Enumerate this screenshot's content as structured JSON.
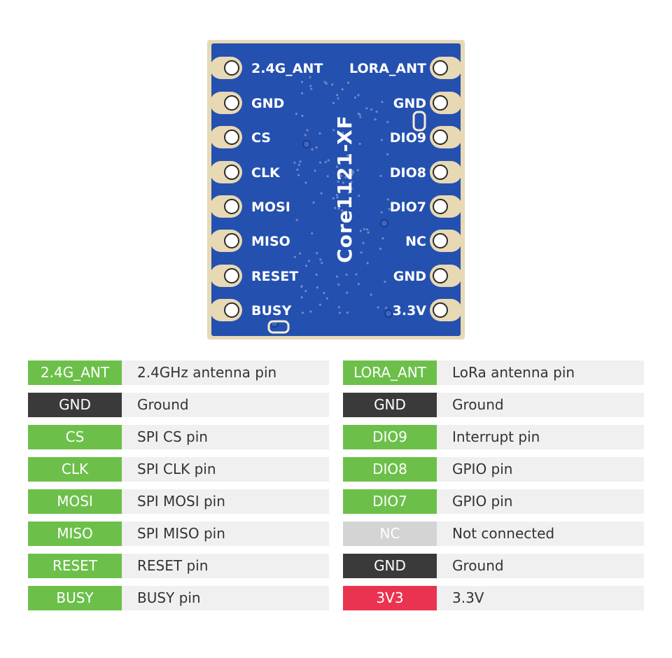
{
  "board": {
    "name": "Core1121-XF",
    "left_pins": [
      "2.4G_ANT",
      "GND",
      "CS",
      "CLK",
      "MOSI",
      "MISO",
      "RESET",
      "BUSY"
    ],
    "right_pins": [
      "LORA_ANT",
      "GND",
      "DIO9",
      "DIO8",
      "DIO7",
      "NC",
      "GND",
      "3.3V"
    ]
  },
  "colors": {
    "board_blue": "#2450b0",
    "pad_gold": "#e8d9b5",
    "signal_green": "#6cc04a",
    "ground_dark": "#3a3a3a",
    "nc_gray": "#d4d4d4",
    "power_red": "#ea3350"
  },
  "left_table": [
    {
      "pin": "2.4G_ANT",
      "desc": "2.4GHz antenna pin",
      "color": "green"
    },
    {
      "pin": "GND",
      "desc": "Ground",
      "color": "dark"
    },
    {
      "pin": "CS",
      "desc": "SPI CS pin",
      "color": "green"
    },
    {
      "pin": "CLK",
      "desc": "SPI CLK pin",
      "color": "green"
    },
    {
      "pin": "MOSI",
      "desc": "SPI MOSI pin",
      "color": "green"
    },
    {
      "pin": "MISO",
      "desc": "SPI MISO pin",
      "color": "green"
    },
    {
      "pin": "RESET",
      "desc": "RESET pin",
      "color": "green"
    },
    {
      "pin": "BUSY",
      "desc": "BUSY pin",
      "color": "green"
    }
  ],
  "right_table": [
    {
      "pin": "LORA_ANT",
      "desc": "LoRa antenna pin",
      "color": "green"
    },
    {
      "pin": "GND",
      "desc": "Ground",
      "color": "dark"
    },
    {
      "pin": "DIO9",
      "desc": "Interrupt pin",
      "color": "green"
    },
    {
      "pin": "DIO8",
      "desc": "GPIO pin",
      "color": "green"
    },
    {
      "pin": "DIO7",
      "desc": "GPIO pin",
      "color": "green"
    },
    {
      "pin": "NC",
      "desc": "Not connected",
      "color": "gray"
    },
    {
      "pin": "GND",
      "desc": "Ground",
      "color": "dark"
    },
    {
      "pin": "3V3",
      "desc": "3.3V",
      "color": "red"
    }
  ]
}
